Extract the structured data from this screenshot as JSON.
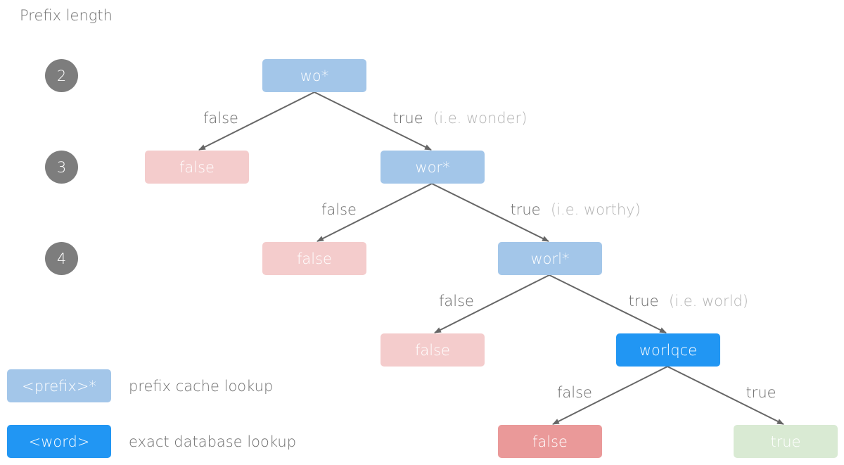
{
  "heading": "Prefix length",
  "levels": [
    "2",
    "3",
    "4"
  ],
  "nodes": {
    "root": "wo*",
    "l3_false": "false",
    "l3_prefix": "wor*",
    "l4_false": "false",
    "l4_prefix": "worl*",
    "l5_false": "false",
    "l5_word": "worlqce",
    "l6_false": "false",
    "l6_true": "true"
  },
  "edges": {
    "e1_false": "false",
    "e1_true": "true",
    "e1_example": "(i.e. wonder)",
    "e2_false": "false",
    "e2_true": "true",
    "e2_example": "(i.e. worthy)",
    "e3_false": "false",
    "e3_true": "true",
    "e3_example": "(i.e. world)",
    "e4_false": "false",
    "e4_true": "true"
  },
  "legend": {
    "prefix_box": "<prefix>*",
    "prefix_text": "prefix cache lookup",
    "word_box": "<word>",
    "word_text": "exact database lookup"
  },
  "colors": {
    "prefix_node": "#a3c6e9",
    "exact_node": "#2196f3",
    "false_light": "#f4cccc",
    "false_dark": "#ea9999",
    "true_light": "#d9ead3",
    "level_circle": "#7d7d7d",
    "edge": "#666666"
  }
}
